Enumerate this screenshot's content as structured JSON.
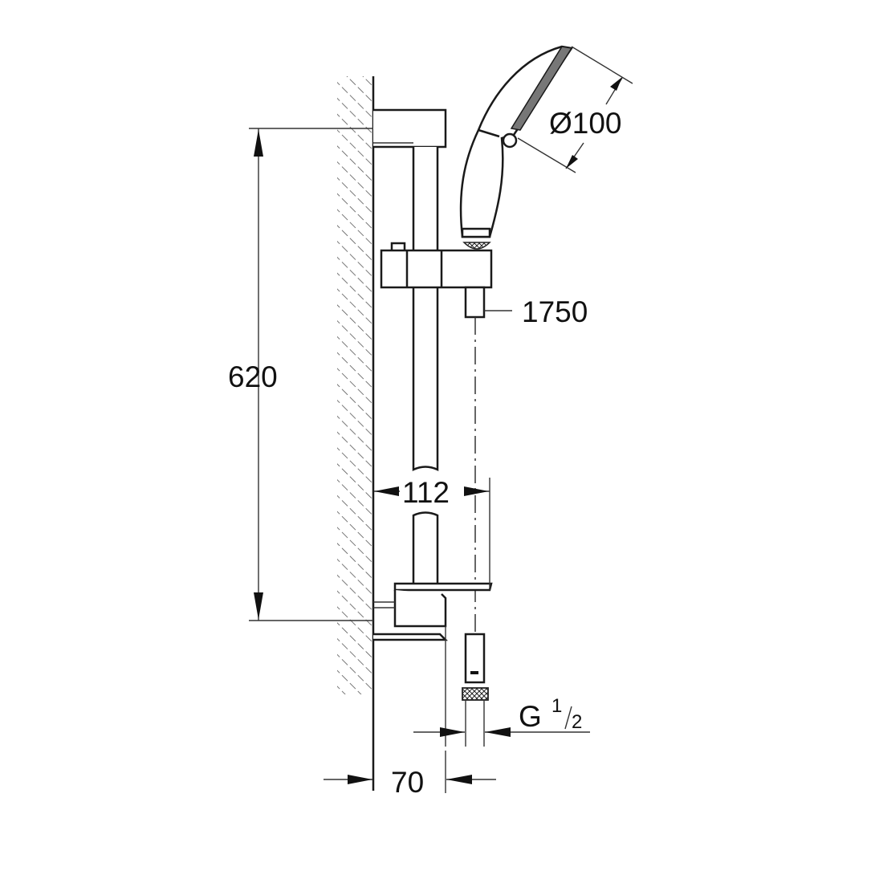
{
  "dimensions": {
    "head_diameter": "Ø100",
    "hose_length": "1750",
    "rail_height": "620",
    "slider_projection": "112",
    "wall_projection": "70",
    "connection_thread_base": "G",
    "connection_thread_fraction_num": "1",
    "connection_thread_fraction_den": "2"
  }
}
